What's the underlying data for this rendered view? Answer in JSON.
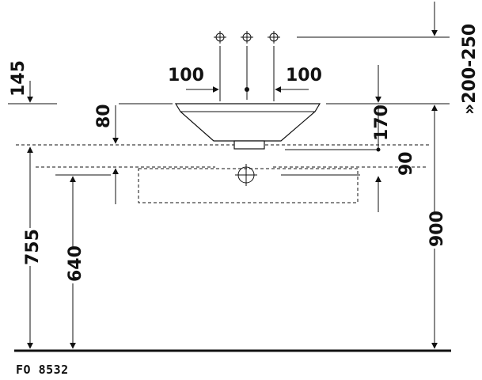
{
  "drawing": {
    "code": "FO 8532",
    "dims": {
      "faucet_range": "»200-250",
      "left_offset": "100",
      "right_offset": "100",
      "basin_height_over_counter": "145",
      "counter_to_top_left": "80",
      "basin_right_depth": "170",
      "siphon_offset": "90",
      "counter_height": "755",
      "cabinet_height": "640",
      "total_height": "900"
    }
  }
}
